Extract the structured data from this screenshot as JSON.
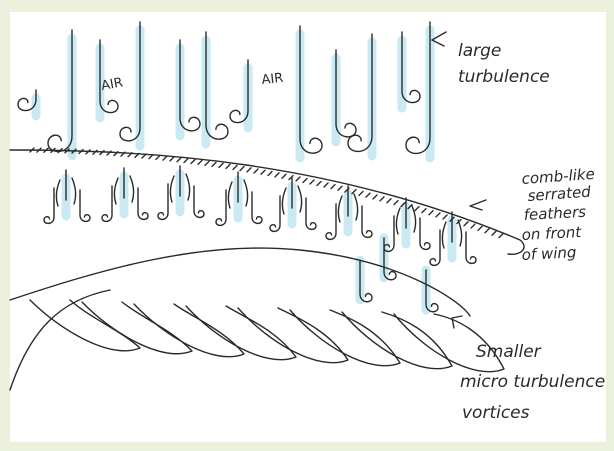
{
  "colors": {
    "background": "#ecf1dd",
    "paper": "#ffffff",
    "ink": "#2a2a2a",
    "air_wash": "#bfe6f0"
  },
  "labels": {
    "air": [
      "AIR",
      "AIR"
    ],
    "large_turbulence": [
      "large",
      "turbulence"
    ],
    "serrated_feathers": [
      "comb-like",
      "serrated",
      "feathers",
      "on front",
      "of wing"
    ],
    "micro_turbulence": [
      "Smaller",
      "micro turbulence",
      "vortices"
    ]
  },
  "icons": {
    "pointer": "arrow-icon"
  }
}
